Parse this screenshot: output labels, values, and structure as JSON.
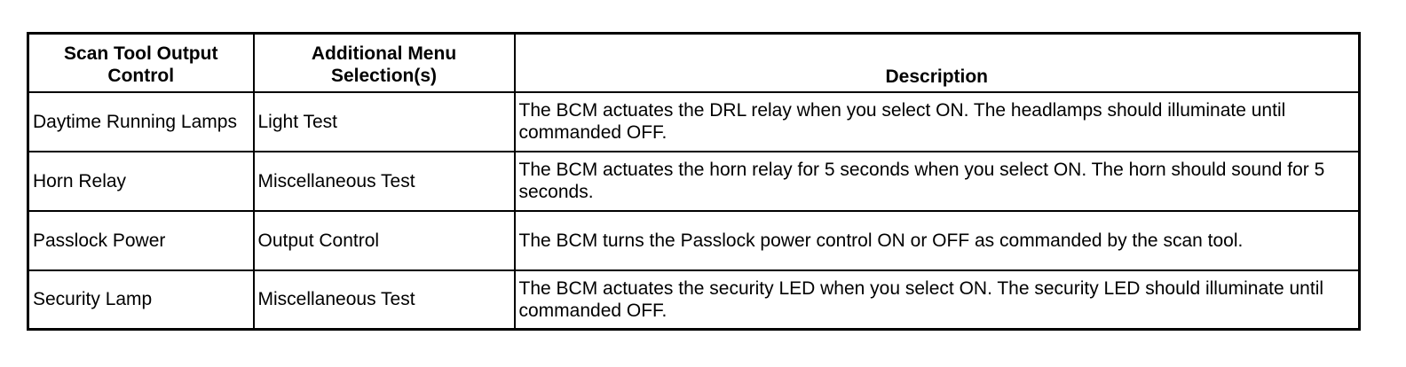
{
  "table": {
    "headers": [
      "Scan Tool Output Control",
      "Additional Menu Selection(s)",
      "Description"
    ],
    "rows": [
      {
        "output_control": "Daytime Running Lamps",
        "menu_selection": "Light Test",
        "description": "The BCM actuates the DRL relay when you select ON. The headlamps should illuminate until commanded OFF."
      },
      {
        "output_control": "Horn Relay",
        "menu_selection": "Miscellaneous Test",
        "description": "The BCM actuates the horn relay for 5 seconds when you select ON. The horn should sound for 5 seconds."
      },
      {
        "output_control": "Passlock Power",
        "menu_selection": "Output Control",
        "description": "The BCM turns the Passlock power control ON or OFF as commanded by the scan tool."
      },
      {
        "output_control": "Security Lamp",
        "menu_selection": "Miscellaneous Test",
        "description": "The BCM actuates the security LED when you select ON. The security LED should illuminate until commanded OFF."
      }
    ]
  }
}
